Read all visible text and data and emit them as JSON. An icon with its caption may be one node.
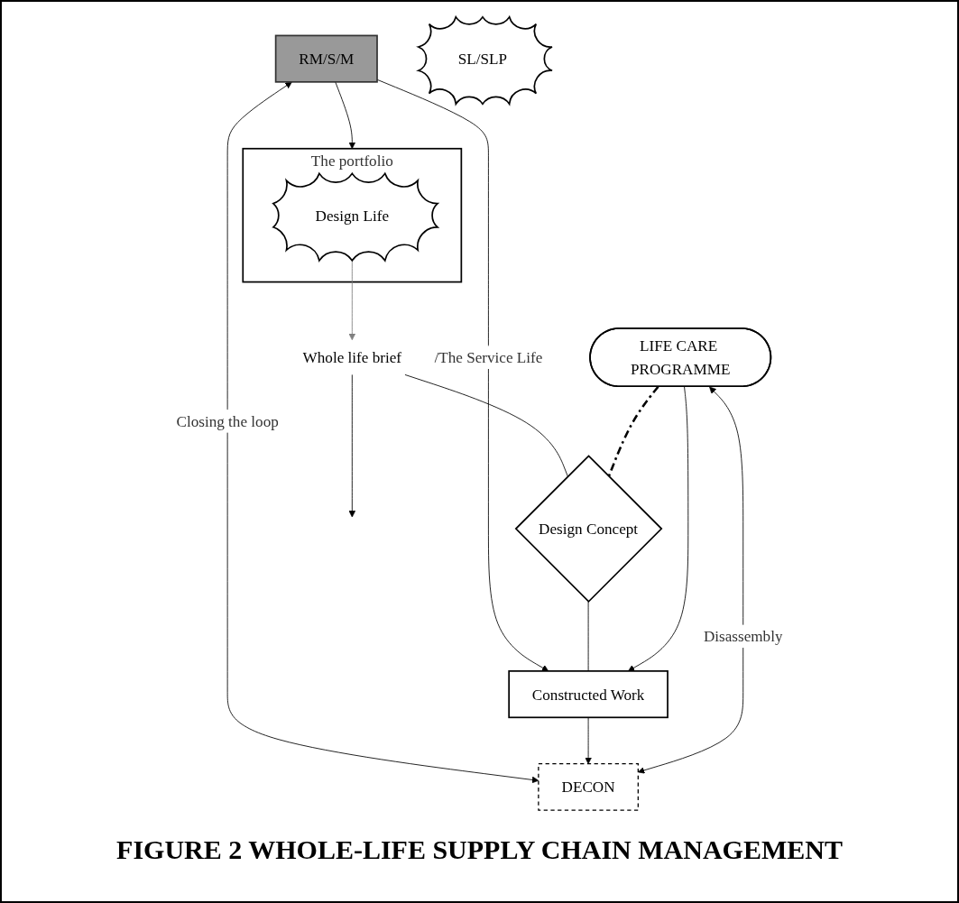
{
  "diagram": {
    "caption": "FIGURE 2 WHOLE-LIFE SUPPLY CHAIN MANAGEMENT",
    "nodes": [
      {
        "text": [
          "The portfolio"
        ]
      },
      {
        "text": [
          "Design Life"
        ],
        "in": 0
      },
      {
        "text": [
          "RM/S/M"
        ]
      },
      {
        "text": [
          "Whole life brief"
        ]
      },
      {
        "text": [
          "Design Concept"
        ]
      },
      {
        "text": [
          "Constructed Work"
        ]
      },
      {
        "text": [
          "DECON"
        ]
      },
      {
        "text": [
          "SL/SLP"
        ]
      },
      {
        "text": [
          "LIFE CARE PROGRAMME"
        ]
      }
    ],
    "edges": [
      {
        "from": 2,
        "to": 0,
        "arrow": "to"
      },
      {
        "from": 1,
        "to": 3,
        "arrow": "to",
        "color": "#808080"
      },
      {
        "from": 2,
        "to": 5,
        "arrow": "to",
        "label": "/The Service Life"
      },
      {
        "from": 2,
        "to": 6,
        "arrow": "both",
        "label": "Closing the loop"
      },
      {
        "from": 3,
        "to": null,
        "arrow": "to"
      },
      {
        "from": 3,
        "to": 4,
        "arrow": "none"
      },
      {
        "from": 4,
        "to": 5,
        "arrow": "none"
      },
      {
        "from": 5,
        "to": 6,
        "arrow": "to"
      },
      {
        "from": 8,
        "to": 5,
        "arrow": "to"
      },
      {
        "from": 8,
        "to": 4,
        "arrow": "none",
        "style": "dashed"
      },
      {
        "from": 8,
        "to": 6,
        "arrow": "both",
        "label": "Disassembly"
      }
    ]
  }
}
